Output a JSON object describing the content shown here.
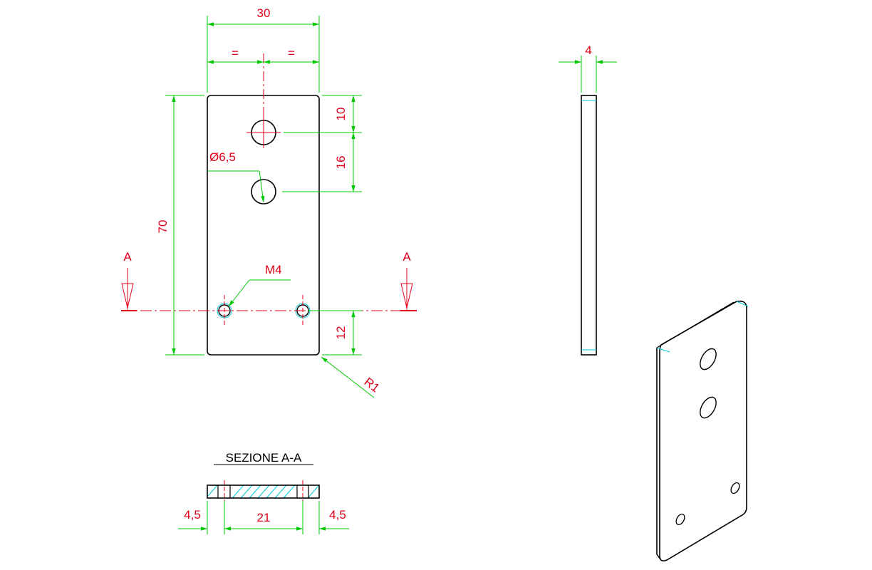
{
  "dimensions": {
    "width": "30",
    "equal_left": "=",
    "equal_right": "=",
    "height": "70",
    "top_offset": "10",
    "hole_spacing": "16",
    "bottom_offset": "12",
    "hole_diameter": "Ø6,5",
    "thread": "M4",
    "radius": "R1",
    "thickness": "4",
    "section_left": "4,5",
    "section_middle": "21",
    "section_right": "4,5"
  },
  "section": {
    "marker_left": "A",
    "marker_right": "A",
    "title": "SEZIONE A-A"
  },
  "colors": {
    "outline": "#000000",
    "dimension": "#00c800",
    "text": "#e0001a",
    "hatch": "#00c8d8",
    "centerline": "#e0001a"
  }
}
